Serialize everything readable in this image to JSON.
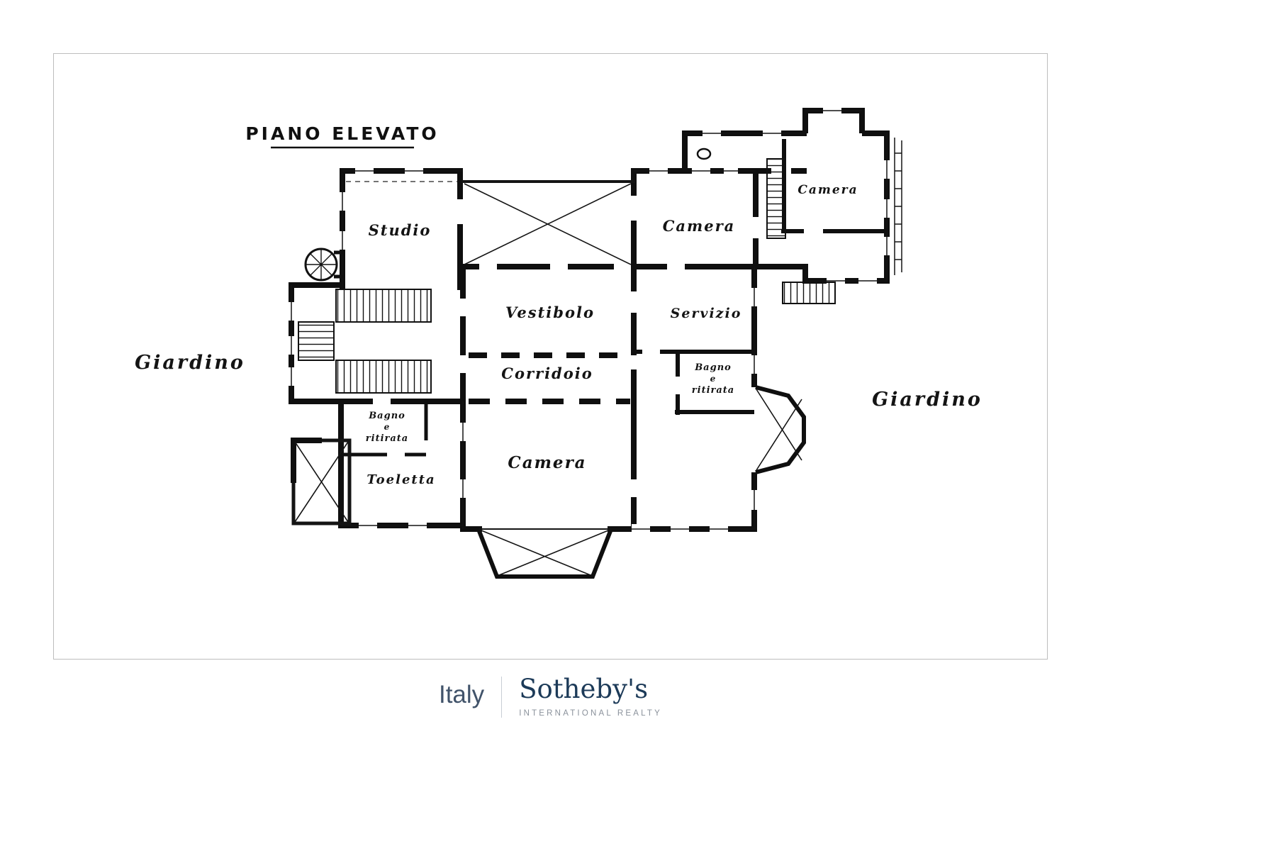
{
  "plan": {
    "title": "PIANO ELEVATO",
    "rooms": {
      "studio": "Studio",
      "vestibolo": "Vestibolo",
      "corridoio": "Corridoio",
      "camera_main": "Camera",
      "camera_right": "Camera",
      "camera_annex": "Camera",
      "servizio": "Servizio",
      "toeletta": "Toeletta"
    },
    "bagno_left": {
      "line1": "Bagno",
      "line2": "e",
      "line3": "ritirata"
    },
    "bagno_right": {
      "line1": "Bagno",
      "line2": "e",
      "line3": "ritirata"
    },
    "gardens": {
      "left": "Giardino",
      "right": "Giardino"
    }
  },
  "footer": {
    "country": "Italy",
    "brand": "Sotheby's",
    "tagline": "INTERNATIONAL REALTY"
  },
  "colors": {
    "ink": "#111111",
    "brand_navy": "#1c3a58",
    "muted": "#8a919b"
  }
}
